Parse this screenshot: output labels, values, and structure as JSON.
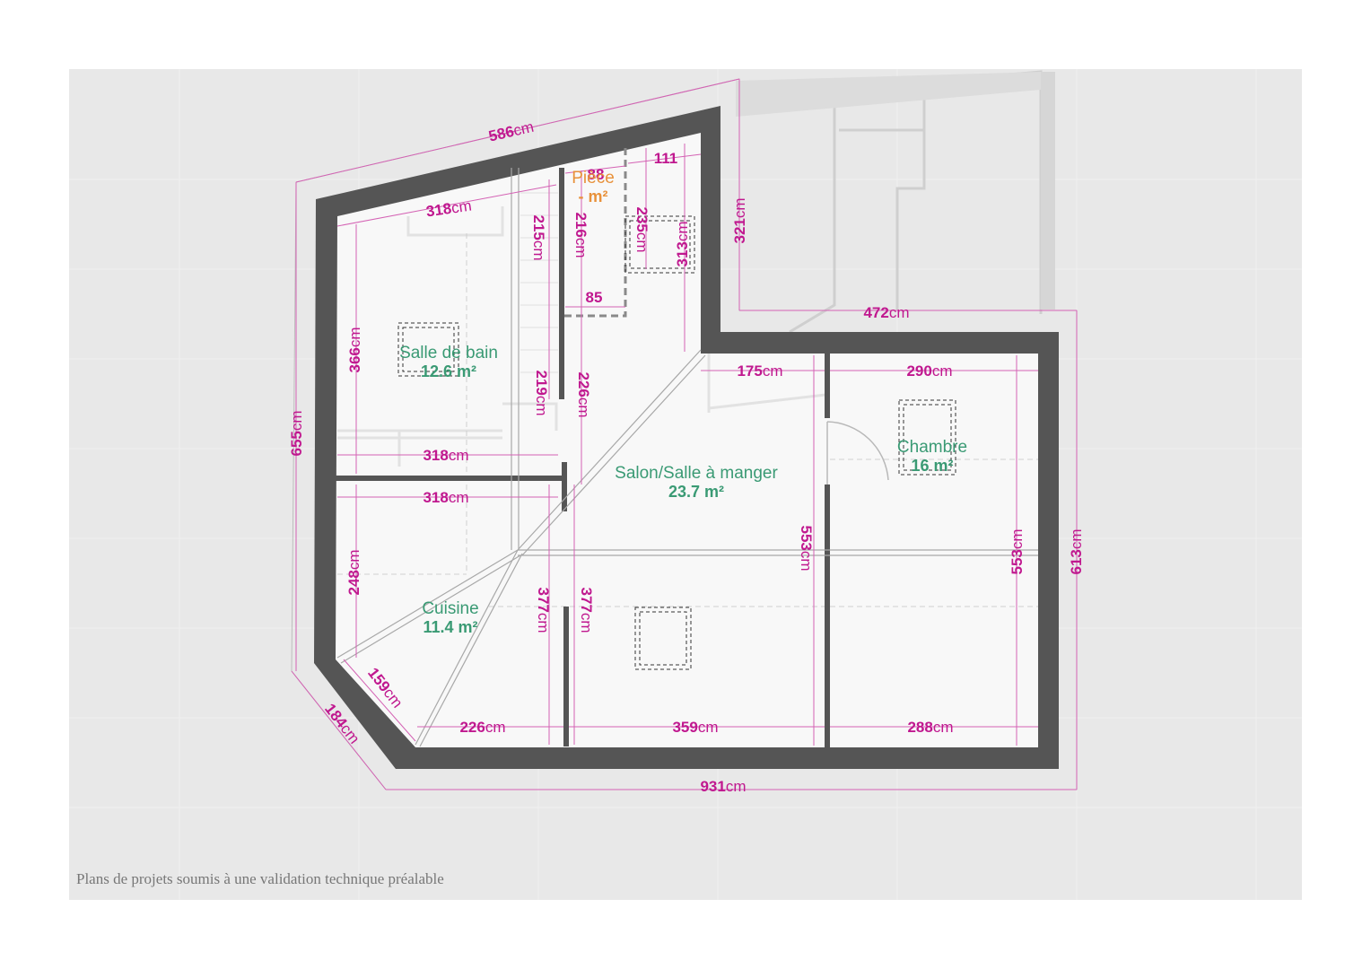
{
  "footer_text": "Plans de projets soumis à une validation technique préalable",
  "unit": "cm",
  "colors": {
    "wall": "#555555",
    "dimension": "#c0188f",
    "room_label": "#3a9a74",
    "unnamed_room_label": "#e8913a",
    "background": "#e8e8e8",
    "floor": "#f8f8f8"
  },
  "rooms": [
    {
      "name": "Salle de bain",
      "area": "12.6 m²"
    },
    {
      "name": "Pièce",
      "area": "- m²"
    },
    {
      "name": "Salon/Salle à manger",
      "area": "23.7 m²"
    },
    {
      "name": "Chambre",
      "area": "16 m²"
    },
    {
      "name": "Cuisine",
      "area": "11.4 m²"
    }
  ],
  "dimensions": [
    {
      "value": "586",
      "unit": "cm"
    },
    {
      "value": "318",
      "unit": "cm"
    },
    {
      "value": "88",
      "unit": ""
    },
    {
      "value": "111",
      "unit": ""
    },
    {
      "value": "321",
      "unit": "cm"
    },
    {
      "value": "215",
      "unit": "cm"
    },
    {
      "value": "216",
      "unit": "cm"
    },
    {
      "value": "235",
      "unit": "cm"
    },
    {
      "value": "313",
      "unit": "cm"
    },
    {
      "value": "85",
      "unit": ""
    },
    {
      "value": "472",
      "unit": "cm"
    },
    {
      "value": "366",
      "unit": "cm"
    },
    {
      "value": "219",
      "unit": "cm"
    },
    {
      "value": "226",
      "unit": "cm"
    },
    {
      "value": "175",
      "unit": "cm"
    },
    {
      "value": "290",
      "unit": "cm"
    },
    {
      "value": "655",
      "unit": "cm"
    },
    {
      "value": "318",
      "unit": "cm"
    },
    {
      "value": "318",
      "unit": "cm"
    },
    {
      "value": "553",
      "unit": "cm"
    },
    {
      "value": "553",
      "unit": "cm"
    },
    {
      "value": "613",
      "unit": "cm"
    },
    {
      "value": "248",
      "unit": "cm"
    },
    {
      "value": "377",
      "unit": "cm"
    },
    {
      "value": "377",
      "unit": "cm"
    },
    {
      "value": "159",
      "unit": "cm"
    },
    {
      "value": "184",
      "unit": "cm"
    },
    {
      "value": "226",
      "unit": "cm"
    },
    {
      "value": "359",
      "unit": "cm"
    },
    {
      "value": "288",
      "unit": "cm"
    },
    {
      "value": "931",
      "unit": "cm"
    }
  ]
}
